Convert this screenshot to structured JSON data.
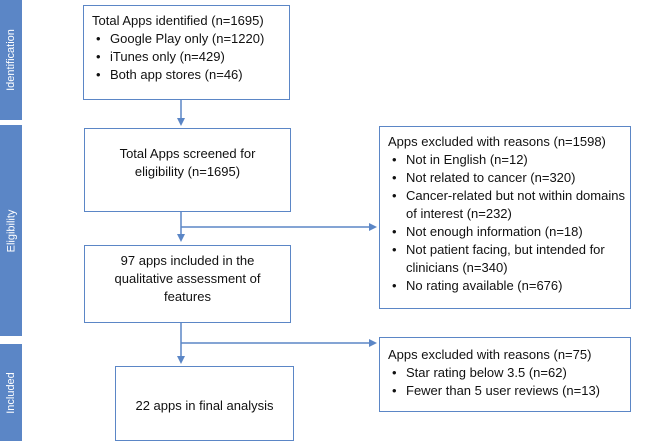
{
  "stages": [
    {
      "key": "identification",
      "label": "Identification"
    },
    {
      "key": "eligibility",
      "label": "Eligibility"
    },
    {
      "key": "included",
      "label": "Included"
    }
  ],
  "identified": {
    "title": "Total Apps identified (n=1695)",
    "items": [
      "Google Play only (n=1220)",
      "iTunes only (n=429)",
      "Both app stores (n=46)"
    ]
  },
  "screened": {
    "line1": "Total Apps screened for",
    "line2": "eligibility (n=1695)"
  },
  "excluded1": {
    "title": "Apps excluded with reasons (n=1598)",
    "items": [
      "Not in English (n=12)",
      "Not related to cancer (n=320)",
      "Cancer-related but not within domains of interest (n=232)",
      "Not enough information (n=18)",
      "Not patient facing, but intended for clinicians (n=340)",
      "No rating available (n=676)"
    ]
  },
  "qualitative": {
    "line1": "97 apps included in the",
    "line2": "qualitative assessment of",
    "line3": "features"
  },
  "excluded2": {
    "title": "Apps excluded with reasons (n=75)",
    "items": [
      "Star rating below 3.5 (n=62)",
      "Fewer than 5 user reviews (n=13)"
    ]
  },
  "final": {
    "label": "22 apps in final analysis"
  },
  "colors": {
    "accent": "#5b86c6",
    "text": "#111111",
    "background": "#ffffff"
  }
}
